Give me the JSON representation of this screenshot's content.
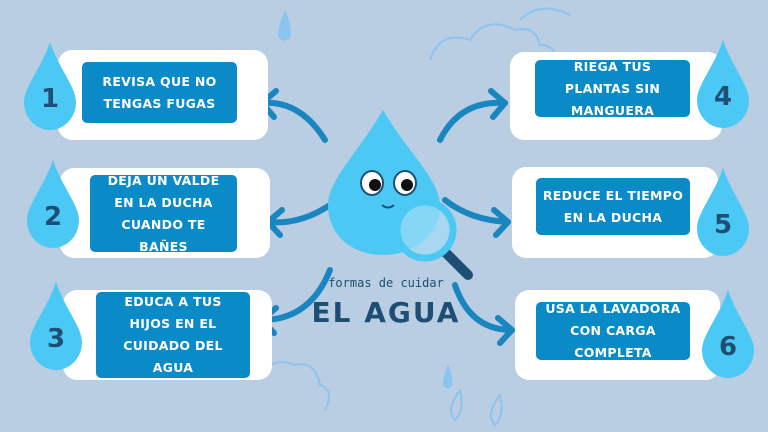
{
  "title": {
    "subtitle": "formas de cuidar",
    "main": "EL AGUA"
  },
  "tips": [
    {
      "number": "1",
      "text": "REVISA QUE NO TENGAS FUGAS"
    },
    {
      "number": "2",
      "text": "DEJA UN VALDE EN LA DUCHA CUANDO TE BAÑES"
    },
    {
      "number": "3",
      "text": "EDUCA A TUS HIJOS EN EL CUIDADO DEL AGUA"
    },
    {
      "number": "4",
      "text": "RIEGA TUS PLANTAS SIN MANGUERA"
    },
    {
      "number": "5",
      "text": "REDUCE EL TIEMPO EN LA DUCHA"
    },
    {
      "number": "6",
      "text": "USA LA LAVADORA CON CARGA COMPLETA"
    }
  ],
  "colors": {
    "background": "#b9cde3",
    "box": "#0a8ac6",
    "drop": "#4cc8f5",
    "number": "#1d4f74"
  }
}
